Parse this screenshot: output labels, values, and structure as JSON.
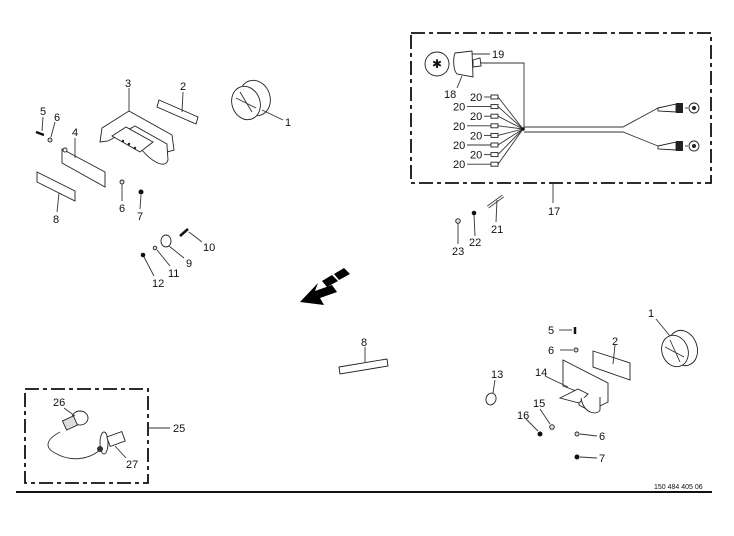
{
  "diagram": {
    "type": "exploded-parts-view",
    "drawing_number": "150 484 405 06",
    "callouts": {
      "upper_left_group": [
        "1",
        "2",
        "3",
        "4",
        "5",
        "6",
        "6",
        "7",
        "8"
      ],
      "mount_hardware_group": [
        "9",
        "10",
        "11",
        "12"
      ],
      "harness_kit": {
        "kit_number": "17",
        "parts": [
          "18",
          "19",
          "20",
          "20",
          "20",
          "20",
          "20",
          "20",
          "20",
          "20"
        ]
      },
      "loose_hardware": [
        "21",
        "22",
        "23"
      ],
      "adapter_kit": {
        "kit_number": "25",
        "parts": [
          "26",
          "27"
        ]
      },
      "center_label": "8",
      "lower_right_group": [
        "1",
        "2",
        "5",
        "6",
        "6",
        "7",
        "13",
        "14",
        "15",
        "16"
      ]
    },
    "labels": {
      "l1a": "1",
      "l2a": "2",
      "l3": "3",
      "l4": "4",
      "l5a": "5",
      "l6a": "6",
      "l6b": "6",
      "l7a": "7",
      "l8a": "8",
      "l9": "9",
      "l10": "10",
      "l11": "11",
      "l12": "12",
      "l17": "17",
      "l18": "18",
      "l19": "19",
      "l20": [
        "20",
        "20",
        "20",
        "20",
        "20",
        "20",
        "20",
        "20"
      ],
      "l21": "21",
      "l22": "22",
      "l23": "23",
      "l25": "25",
      "l26": "26",
      "l27": "27",
      "l8b": "8",
      "l1b": "1",
      "l2b": "2",
      "l5b": "5",
      "l6c": "6",
      "l6d": "6",
      "l7b": "7",
      "l13": "13",
      "l14": "14",
      "l15": "15",
      "l16": "16"
    },
    "direction_arrow": "travel-direction-arrow"
  }
}
